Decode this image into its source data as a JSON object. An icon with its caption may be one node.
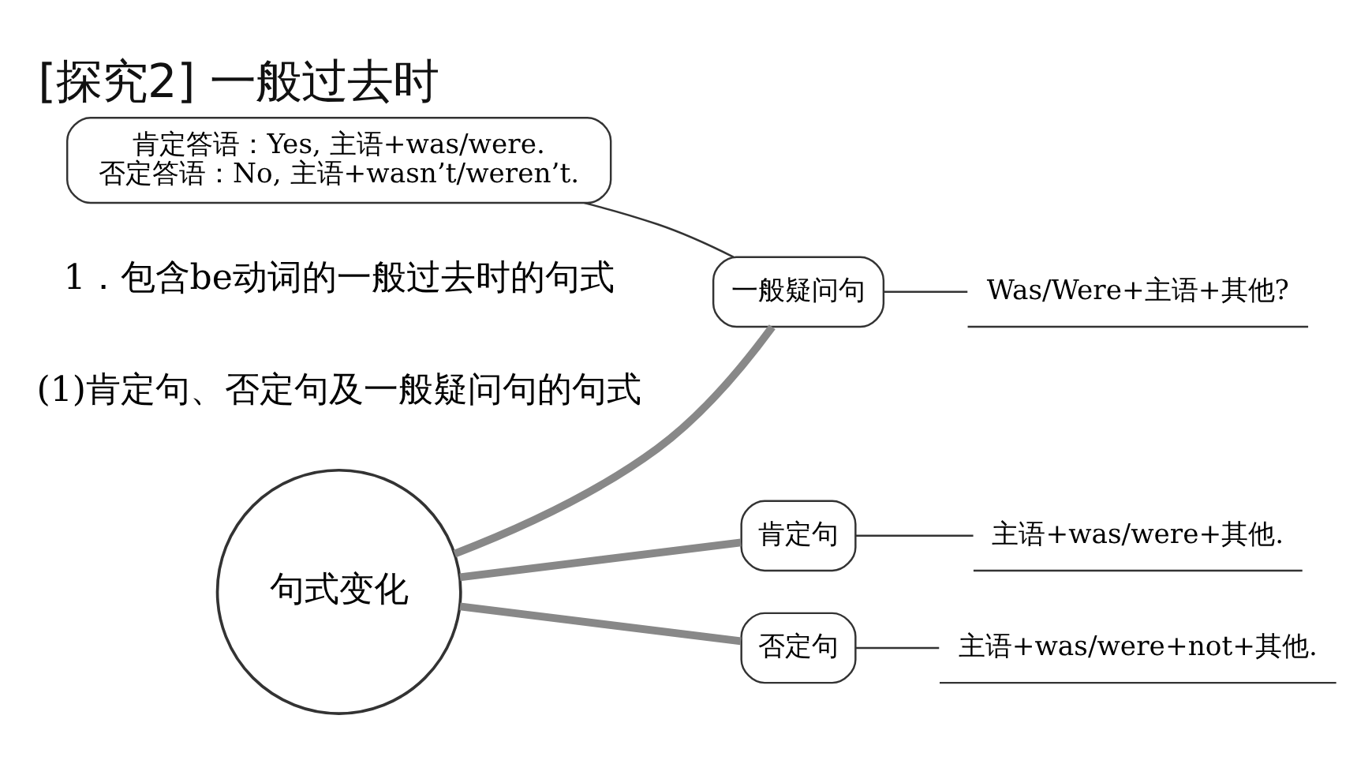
{
  "diagram": {
    "title": "[探究2] 一般过去时",
    "nodes": [
      {
        "text": [
          "句式变化"
        ]
      },
      {
        "text": [
          "肯定句"
        ]
      },
      {
        "text": [
          "否定句"
        ]
      },
      {
        "text": [
          "一般疑问句"
        ]
      },
      {
        "text": [
          "主语+was/were+其他."
        ]
      },
      {
        "text": [
          "主语+was/were+not+其他."
        ]
      },
      {
        "text": [
          "Was/Were+主语+其他?"
        ]
      },
      {
        "text": [
          "肯定答语：Yes, 主语+was/were.",
          "否定答语：No, 主语+wasn’t/weren’t."
        ]
      }
    ],
    "edges": [
      {
        "from": 0,
        "to": 1,
        "arrow": "none",
        "style": "thick"
      },
      {
        "from": 0,
        "to": 2,
        "arrow": "none",
        "style": "thick"
      },
      {
        "from": 0,
        "to": 3,
        "arrow": "none",
        "style": "thick"
      },
      {
        "from": 1,
        "to": 4,
        "arrow": "none"
      },
      {
        "from": 2,
        "to": 5,
        "arrow": "none"
      },
      {
        "from": 3,
        "to": 6,
        "arrow": "none"
      },
      {
        "from": 7,
        "to": 3,
        "arrow": "none"
      }
    ],
    "labels": [
      "1．包含be动词的一般过去时的句式",
      "(1)肯定句、否定句及一般疑问句的句式"
    ]
  }
}
